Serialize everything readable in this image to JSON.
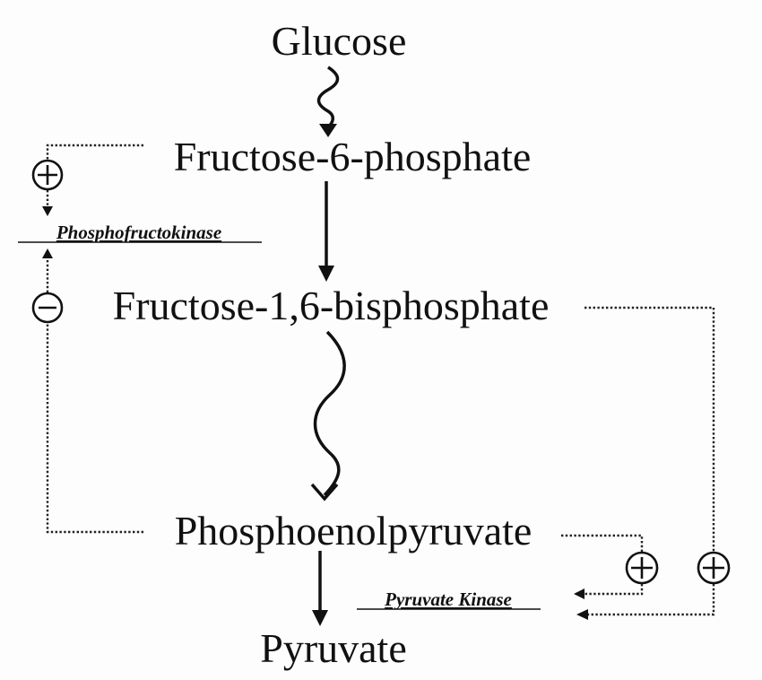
{
  "metabolites": {
    "glucose": "Glucose",
    "f6p": "Fructose-6-phosphate",
    "f16bp": "Fructose-1,6-bisphosphate",
    "pep": "Phosphoenolpyruvate",
    "pyruvate": "Pyruvate"
  },
  "enzymes": {
    "pfk": "Phosphofructokinase",
    "pk": "Pyruvate Kinase"
  },
  "regulation_signs": {
    "f6p_on_pfk": "+",
    "pep_on_pfk": "−",
    "pep_on_pk": "+",
    "f16bp_on_pk": "+"
  }
}
